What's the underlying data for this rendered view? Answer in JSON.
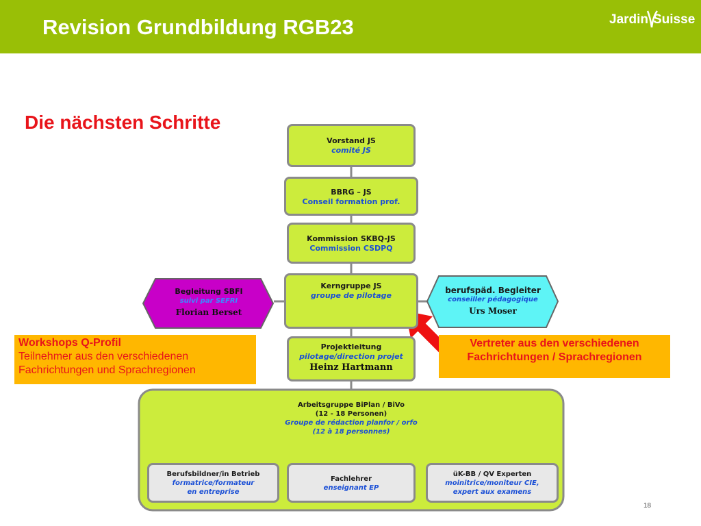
{
  "header": {
    "title": "Revision Grundbildung RGB23",
    "logo_left": "Jardin",
    "logo_right": "Suisse"
  },
  "heading": "Die nächsten Schritte",
  "org": {
    "vorstand": {
      "line1": "Vorstand JS",
      "line2": "comité JS"
    },
    "bbrg": {
      "line1": "BBRG – JS",
      "line2": "Conseil formation prof."
    },
    "kommission": {
      "line1": "Kommission SKBQ-JS",
      "line2": "Commission CSDPQ"
    },
    "kerngruppe": {
      "line1": "Kerngruppe JS",
      "line2": "groupe de pilotage"
    },
    "projektleitung": {
      "line1": "Projektleitung",
      "line2": "pilotage/direction projet",
      "line3": "Heinz Hartmann"
    },
    "begleitung": {
      "line1": "Begleitung SBFI",
      "line2": "suivi par SEFRI",
      "line3": "Florian Berset"
    },
    "berufspaed": {
      "line1": "berufspäd. Begleiter",
      "line2": "conseiller pédagogique",
      "line3": "Urs Moser"
    },
    "arbeitsgruppe": {
      "line1": "Arbeitsgruppe BiPlan / BiVo",
      "line2": "(12 - 18 Personen)",
      "line3": "Groupe de rédaction planfor / orfo",
      "line4": "(12 à 18 personnes)"
    },
    "sub_boxes": [
      {
        "line1": "Berufsbildner/in Betrieb",
        "line2": "formatrice/formateur",
        "line3": "en entreprise"
      },
      {
        "line1": "Fachlehrer",
        "line2": "enseignant EP"
      },
      {
        "line1": "üK-BB / QV Experten",
        "line2": "moinitrice/moniteur CIE,",
        "line3": "expert aux examens"
      }
    ]
  },
  "workshops": {
    "title": "Workshops Q-Profil",
    "line1": "Teilnehmer aus den verschiedenen",
    "line2": "Fachrichtungen und Sprachregionen"
  },
  "vertreter": {
    "line1": "Vertreter aus den verschiedenen",
    "line2": "Fachrichtungen / Sprachregionen"
  },
  "page_number": "18",
  "colors": {
    "header_bg": "#99bf06",
    "box_fill": "#ccec3c",
    "heading_red": "#e8141a",
    "orange": "#ffb700",
    "magenta": "#c800c8",
    "cyan": "#5ef4f6",
    "arrow_red": "#ee1111"
  }
}
